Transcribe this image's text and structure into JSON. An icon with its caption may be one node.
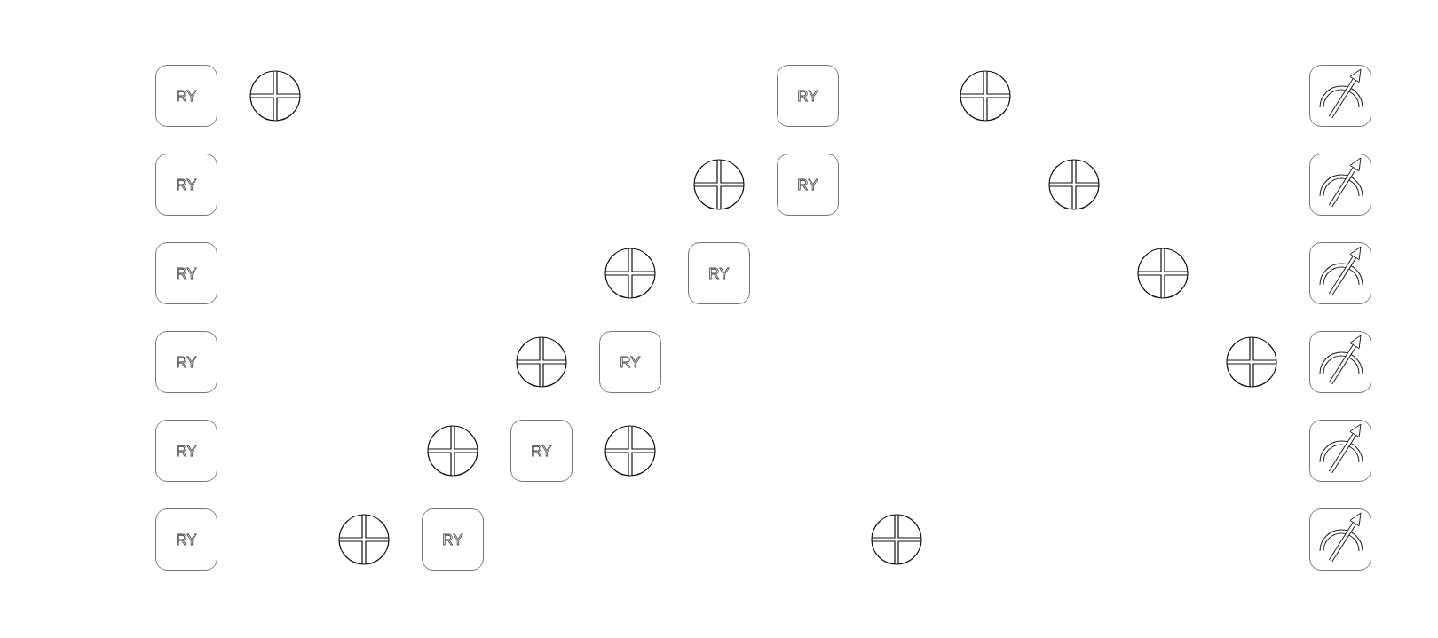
{
  "diagram": {
    "nodes": [
      {
        "text": [
          "RY"
        ]
      },
      {
        "text": [],
        "shape": "circle"
      },
      {
        "text": [
          "RY"
        ]
      },
      {
        "text": [],
        "shape": "circle"
      },
      {
        "text": [],
        "shape": "box"
      },
      {
        "text": [
          "RY"
        ]
      },
      {
        "text": [],
        "shape": "circle"
      },
      {
        "text": [
          "RY"
        ]
      },
      {
        "text": [],
        "shape": "circle"
      },
      {
        "text": [],
        "shape": "box"
      },
      {
        "text": [
          "RY"
        ]
      },
      {
        "text": [],
        "shape": "circle"
      },
      {
        "text": [
          "RY"
        ]
      },
      {
        "text": [],
        "shape": "circle"
      },
      {
        "text": [],
        "shape": "box"
      },
      {
        "text": [
          "RY"
        ]
      },
      {
        "text": [],
        "shape": "circle"
      },
      {
        "text": [
          "RY"
        ]
      },
      {
        "text": [],
        "shape": "circle"
      },
      {
        "text": [],
        "shape": "box"
      },
      {
        "text": [
          "RY"
        ]
      },
      {
        "text": [],
        "shape": "circle"
      },
      {
        "text": [
          "RY"
        ]
      },
      {
        "text": [],
        "shape": "circle"
      },
      {
        "text": [],
        "shape": "box"
      },
      {
        "text": [
          "RY"
        ]
      },
      {
        "text": [],
        "shape": "circle"
      },
      {
        "text": [
          "RY"
        ]
      },
      {
        "text": [],
        "shape": "circle"
      },
      {
        "text": [],
        "shape": "box"
      }
    ]
  }
}
